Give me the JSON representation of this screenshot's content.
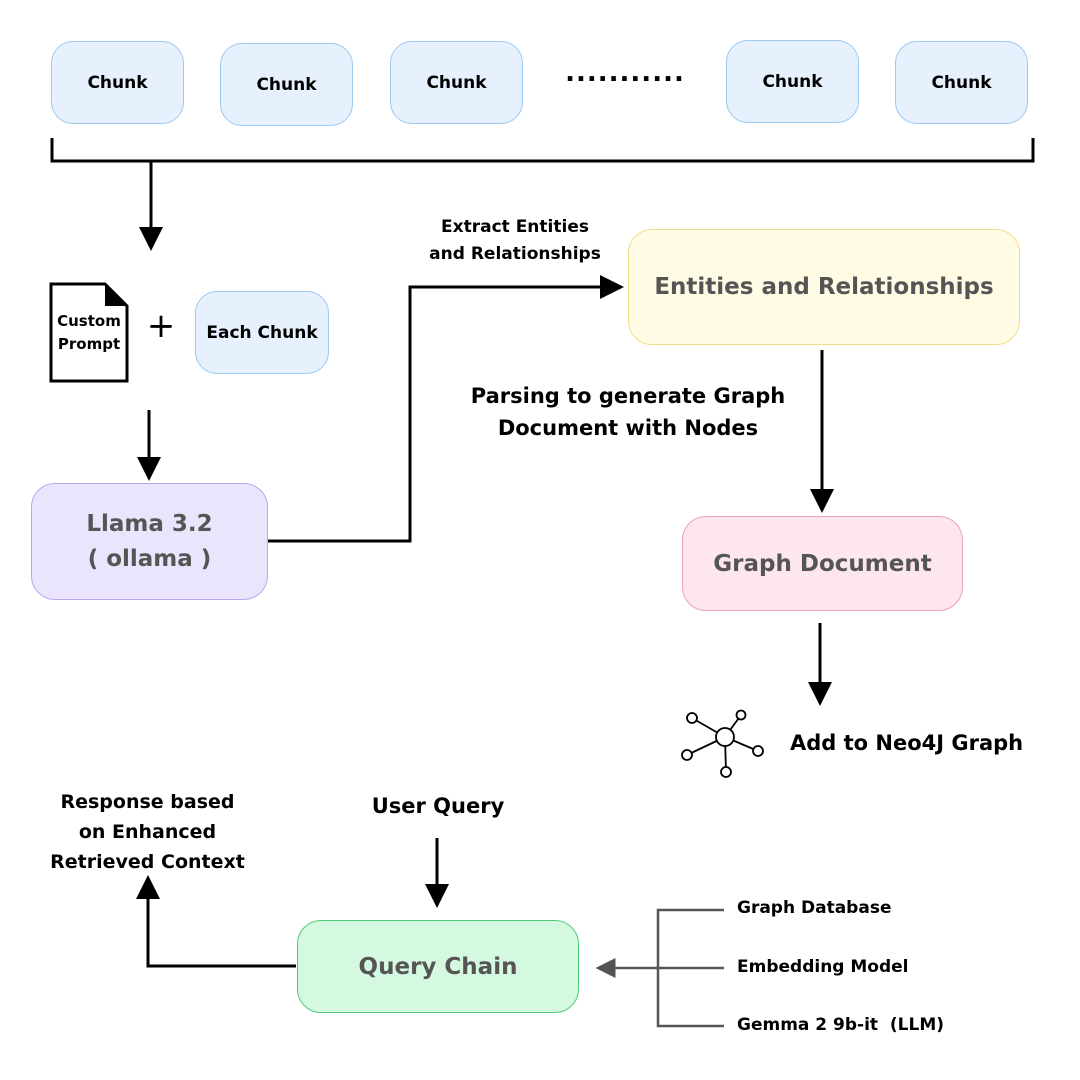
{
  "chunks": [
    "Chunk",
    "Chunk",
    "Chunk",
    "Chunk",
    "Chunk"
  ],
  "ellipsis": "...........",
  "custom_prompt": [
    "Custom",
    "Prompt"
  ],
  "plus": "+",
  "each_chunk": "Each Chunk",
  "llama": [
    "Llama 3.2",
    "( ollama )"
  ],
  "extract_label": [
    "Extract Entities",
    "and Relationships"
  ],
  "entities_box": "Entities and Relationships",
  "parsing_label": [
    "Parsing to generate Graph",
    "Document with Nodes"
  ],
  "graph_document": "Graph Document",
  "neo4j_label": "Add to Neo4J Graph",
  "user_query": "User Query",
  "response_label": [
    "Response based",
    "on Enhanced",
    "Retrieved Context"
  ],
  "query_chain": "Query Chain",
  "sources": [
    "Graph Database",
    "Embedding Model",
    "Gemma 2 9b-it  (LLM)"
  ],
  "colors": {
    "chunk_fill": "#e6f1fd",
    "llama_fill": "#ebe4fd",
    "entities_fill": "#fffbe5",
    "graph_doc_fill": "#fde6ef",
    "query_chain_fill": "#d4f9e0"
  }
}
